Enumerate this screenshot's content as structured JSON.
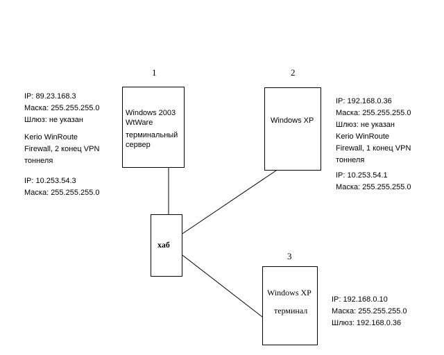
{
  "nodes": {
    "server": {
      "number": "1",
      "lines": [
        "Windows 2003",
        "WtWare",
        "терминальный",
        "сервер"
      ]
    },
    "client": {
      "number": "2",
      "lines": [
        "Windows XP"
      ]
    },
    "terminal": {
      "number": "3",
      "lines": [
        "Windows XP",
        "терминал"
      ]
    },
    "hub": {
      "label": "хаб"
    }
  },
  "server_info": {
    "ip": "IP:  89.23.168.3",
    "mask": "Маска: 255.255.255.0",
    "gateway": "Шлюз: не указан",
    "vpn_line1": "Kerio WinRoute",
    "vpn_line2": "Firewall, 2 конец VPN",
    "vpn_line3": "тоннеля",
    "vpn_ip": "IP:  10.253.54.3",
    "vpn_mask": "Маска:  255.255.255.0"
  },
  "client_info": {
    "ip": "IP: 192.168.0.36",
    "mask": "Маска: 255.255.255.0",
    "gateway": "Шлюз: не указан",
    "vpn_line1": "Kerio WinRoute",
    "vpn_line2": "Firewall, 1 конец VPN",
    "vpn_line3": "тоннеля",
    "vpn_ip": "IP:  10.253.54.1",
    "vpn_mask": "Маска:  255.255.255.0"
  },
  "terminal_info": {
    "ip": "IP: 192.168.0.10",
    "mask": "Маска: 255.255.255.0",
    "gateway": "Шлюз: 192.168.0.36"
  }
}
